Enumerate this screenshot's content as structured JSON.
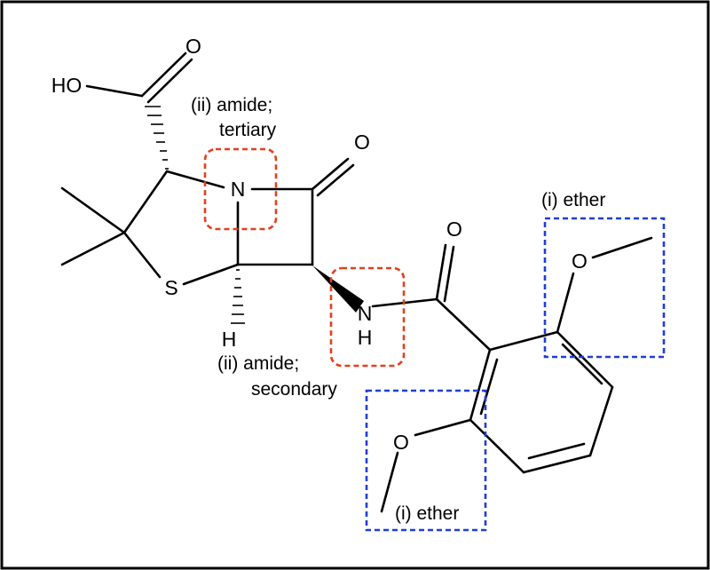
{
  "molecule": {
    "atoms": {
      "o_acid_carbonyl": "O",
      "hydroxyl": "HO",
      "n_ring": "N",
      "o_lactam": "O",
      "s_ring": "S",
      "h_bridge": "H",
      "nh_n": "N",
      "nh_h": "H",
      "o_amide": "O",
      "o_ether_upper": "O",
      "o_ether_lower": "O"
    }
  },
  "annotations": {
    "amide_tertiary_line1": "(ii) amide;",
    "amide_tertiary_line2": "tertiary",
    "amide_secondary_line1": "(ii) amide;",
    "amide_secondary_line2": "secondary",
    "ether_upper": "(i) ether",
    "ether_lower": "(i) ether"
  },
  "colors": {
    "amide_box": "#e3401f",
    "ether_box": "#1f3fd6",
    "frame": "#000000"
  }
}
